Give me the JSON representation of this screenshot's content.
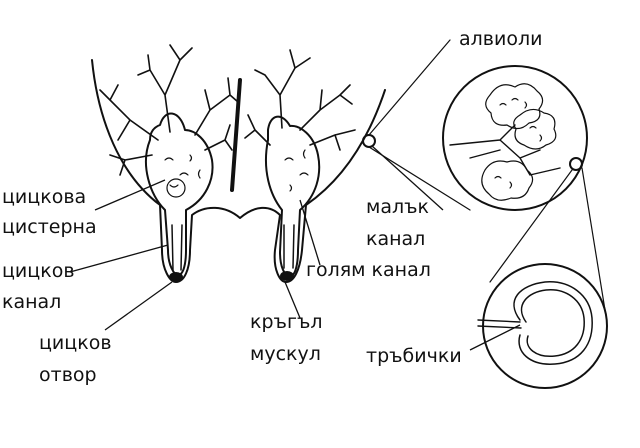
{
  "labels": {
    "alveoli": "алвиоли",
    "teat_cistern_1": "цицкова",
    "teat_cistern_2": "цистерна",
    "teat_canal_1": "цицков",
    "teat_canal_2": "канал",
    "teat_opening_1": "цицков",
    "teat_opening_2": "отвор",
    "small_duct_1": "малък",
    "small_duct_2": "канал",
    "large_duct": "голям канал",
    "sphincter_1": "кръгъл",
    "sphincter_2": "мускул",
    "tubules": "тръбички"
  },
  "colors": {
    "line": "#111111",
    "background": "#ffffff"
  }
}
